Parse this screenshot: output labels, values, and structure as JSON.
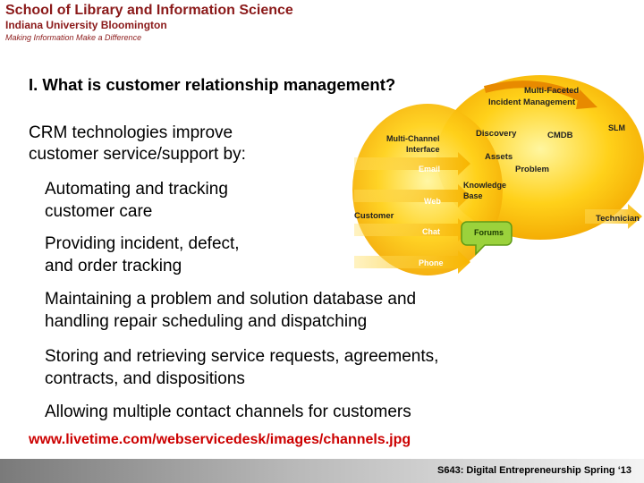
{
  "header": {
    "school": "School of Library and Information Science",
    "university": "Indiana University Bloomington",
    "tagline": "Making Information Make a Difference"
  },
  "slide": {
    "title": "I.  What is customer relationship management?",
    "intro_line1": "CRM technologies improve",
    "intro_line2": "customer service/support by:",
    "bullets": [
      {
        "line1": "Automating and tracking",
        "line2": "customer care"
      },
      {
        "line1": "Providing incident, defect,",
        "line2": "and order tracking"
      },
      {
        "line1": "Maintaining a problem and solution database and",
        "line2": "handling repair scheduling and dispatching"
      },
      {
        "line1": "Storing and retrieving service requests, agreements,",
        "line2": "contracts, and dispositions"
      },
      {
        "line1": "Allowing multiple contact channels for customers",
        "line2": ""
      }
    ],
    "link": "www.livetime.com/webservicedesk/images/channels.jpg"
  },
  "diagram": {
    "labels": {
      "multi_faceted": "Multi-Faceted",
      "incident_management": "Incident Management",
      "slm": "SLM",
      "multi_channel": "Multi-Channel",
      "interface": "Interface",
      "discovery": "Discovery",
      "cmdb": "CMDB",
      "assets": "Assets",
      "email": "Email",
      "problem": "Problem",
      "knowledge": "Knowledge",
      "base": "Base",
      "web": "Web",
      "customer": "Customer",
      "technician": "Technician",
      "chat": "Chat",
      "forums": "Forums",
      "phone": "Phone"
    }
  },
  "footer": {
    "course": "S643: Digital Entrepreneurship Spring ‘13"
  }
}
